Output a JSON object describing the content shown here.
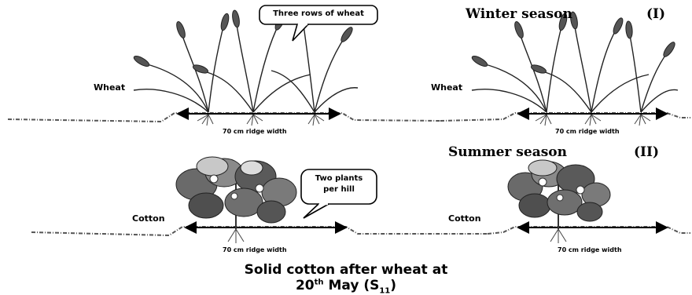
{
  "labels": {
    "wheat_left": "Wheat",
    "wheat_right": "Wheat",
    "cotton_left": "Cotton",
    "cotton_right": "Cotton",
    "ridge_width_1": "70 cm ridge width",
    "ridge_width_2": "70 cm ridge width",
    "ridge_width_3": "70 cm ridge width",
    "ridge_width_4": "70 cm ridge width"
  },
  "callouts": {
    "wheat": "Three rows of wheat",
    "cotton_line1": "Two plants",
    "cotton_line2": "per hill"
  },
  "seasons": {
    "winter": "Winter season",
    "winter_numeral": "(I)",
    "summer": "Summer season",
    "summer_numeral": "(II)"
  },
  "caption": {
    "line1": "Solid cotton after wheat at",
    "line2_number": "20",
    "line2_superscript": "th",
    "line2_month": " May (S",
    "line2_subscript": "11",
    "line2_close": ")"
  }
}
